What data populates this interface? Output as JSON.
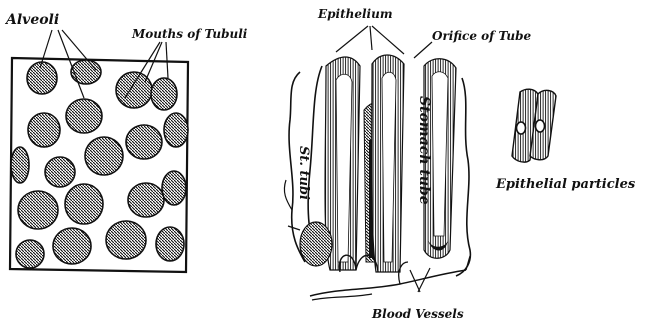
{
  "labels": {
    "alveoli": "Alveoli",
    "mouths_of_tubuli": "Mouths of Tubuli",
    "epithelium": "Epithelium",
    "orifice_of_tube": "Orifice of Tube",
    "st_tubi": "St. tubi",
    "stomach_tube": "Stomach tube",
    "epithelial_particles": "Epithelial particles",
    "blood_vessels": "Blood Vessels"
  },
  "colors": {
    "ink": "#111111",
    "paper": "#ffffff"
  }
}
